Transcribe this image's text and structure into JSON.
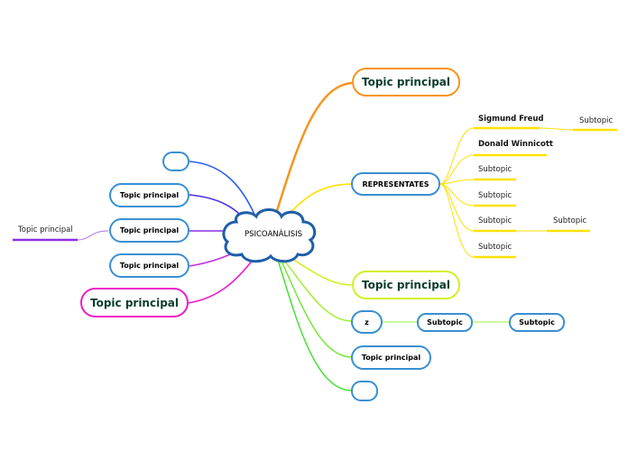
{
  "central": {
    "label": "PSICOANÁLISIS",
    "shape": "cloud",
    "border_color": "#1f5fa8"
  },
  "right_branches": [
    {
      "label": "Topic principal",
      "color": "#f7941d"
    },
    {
      "label": "REPRESENTATES",
      "color": "#ffe100",
      "children": [
        {
          "label": "Sigmund Freud",
          "children": [
            {
              "label": "Subtopic"
            }
          ]
        },
        {
          "label": "Donald Winnicott"
        },
        {
          "label": "Subtopic"
        },
        {
          "label": "Subtopic"
        },
        {
          "label": "Subtopic",
          "children": [
            {
              "label": "Subtopic"
            }
          ]
        },
        {
          "label": "Subtopic"
        }
      ]
    },
    {
      "label": "Topic principal",
      "color": "#d4ef2a"
    },
    {
      "label": "z",
      "color": "#9cef2a",
      "children": [
        {
          "label": "Subtopic",
          "children": [
            {
              "label": "Subtopic"
            }
          ]
        }
      ]
    },
    {
      "label": "Topic principal",
      "color": "#6fe82a"
    },
    {
      "label": "",
      "color": "#3ce02a"
    }
  ],
  "left_branches": [
    {
      "label": "",
      "color": "#2d5ff0"
    },
    {
      "label": "Topic principal",
      "color": "#4a2fe0"
    },
    {
      "label": "Topic principal",
      "color": "#8a2fe6",
      "children": [
        {
          "label": "Topic principal"
        }
      ]
    },
    {
      "label": "Topic principal",
      "color": "#c62fe8"
    },
    {
      "label": "Topic principal",
      "color": "#ee1bc8"
    }
  ],
  "colors": {
    "node_border": "#3a8fd3",
    "topic_text": "#0b3d2e"
  }
}
